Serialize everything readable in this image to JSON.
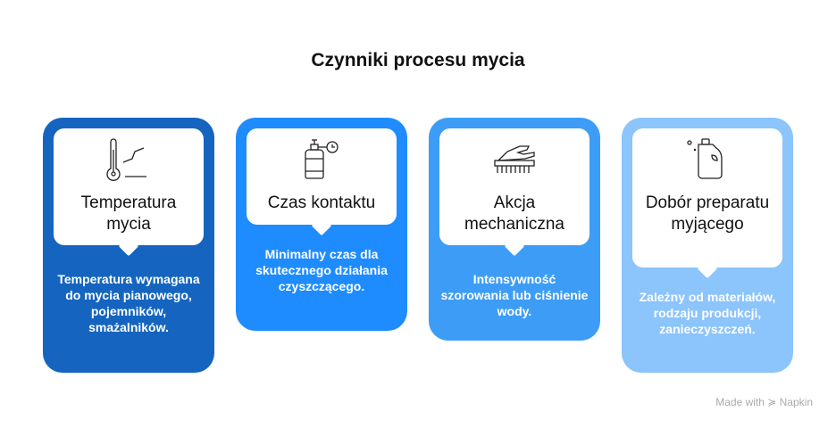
{
  "title": "Czynniki procesu mycia",
  "cards": [
    {
      "heading": "Temperatura mycia",
      "description": "Temperatura wymagana do mycia pianowego, pojemników, smażalników.",
      "icon": "thermometer-icon",
      "color": "#1565c0"
    },
    {
      "heading": "Czas kontaktu",
      "description": "Minimalny czas dla skutecznego działania czyszczącego.",
      "icon": "spray-timer-icon",
      "color": "#1e8cff"
    },
    {
      "heading": "Akcja mechaniczna",
      "description": "Intensywność szorowania lub ciśnienie wody.",
      "icon": "scrub-brush-icon",
      "color": "#3d9df6"
    },
    {
      "heading": "Dobór preparatu myjącego",
      "description": "Zależny od materiałów, rodzaju produkcji, zanieczyszczeń.",
      "icon": "detergent-bottle-icon",
      "color": "#8cc4fc"
    }
  ],
  "footer": "Made with ≽ Napkin"
}
